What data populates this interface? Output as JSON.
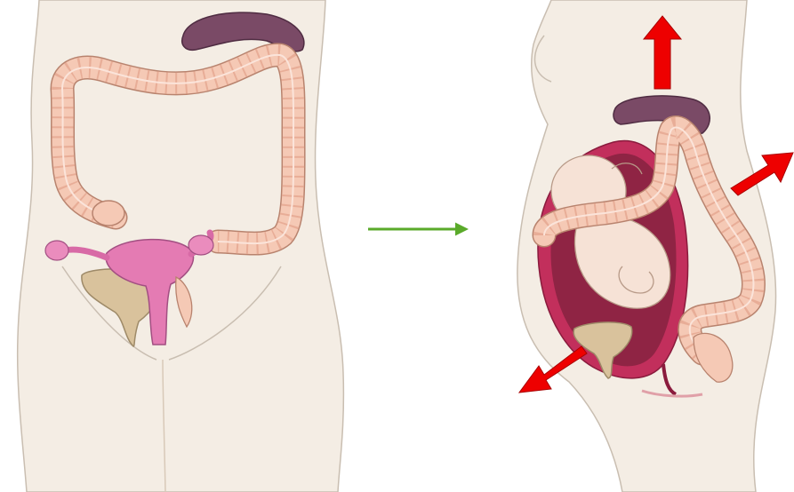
{
  "figure": {
    "panels": [
      {
        "id": "before",
        "state": "non-pregnant abdomen"
      },
      {
        "id": "after",
        "state": "pregnant abdomen"
      }
    ],
    "transition_arrow": {
      "color": "#5aaa2a"
    },
    "expansion_arrows": {
      "color": "#ee0000",
      "count": 3
    },
    "colors": {
      "skin": "#f4ede4",
      "skin_outline": "#c9beb1",
      "colon": "#f5c9b5",
      "colon_outline": "#b8836e",
      "spleen": "#7a4a66",
      "uterus": "#e47bb3",
      "uterus_wall": "#c22f5c",
      "bladder": "#d9c29c",
      "fetus": "#f6e2d6"
    }
  }
}
